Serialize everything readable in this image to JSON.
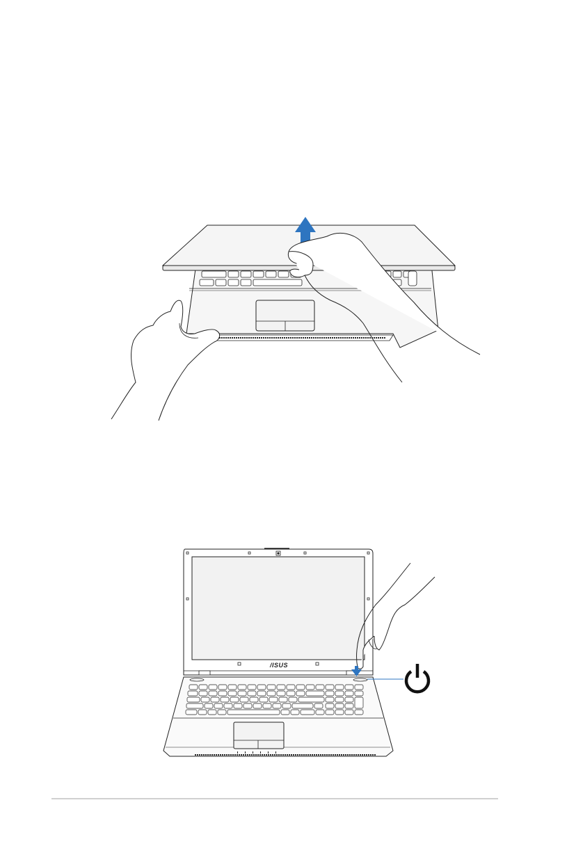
{
  "page": {
    "background": "#ffffff"
  },
  "figures": [
    {
      "id": "open-lid",
      "description": "Two hands lifting the laptop lid open",
      "arrow": {
        "direction": "up",
        "color": "#2e75c0"
      }
    },
    {
      "id": "press-power",
      "description": "Finger pressing the power button on an open laptop",
      "brand_logo": "/ISUS",
      "arrow": {
        "direction": "down",
        "color": "#2e75c0"
      },
      "callout_icon": "power-icon",
      "callout_line_color": "#2e75c0"
    }
  ],
  "footer": {
    "rule_color": "#d0d0d0"
  }
}
